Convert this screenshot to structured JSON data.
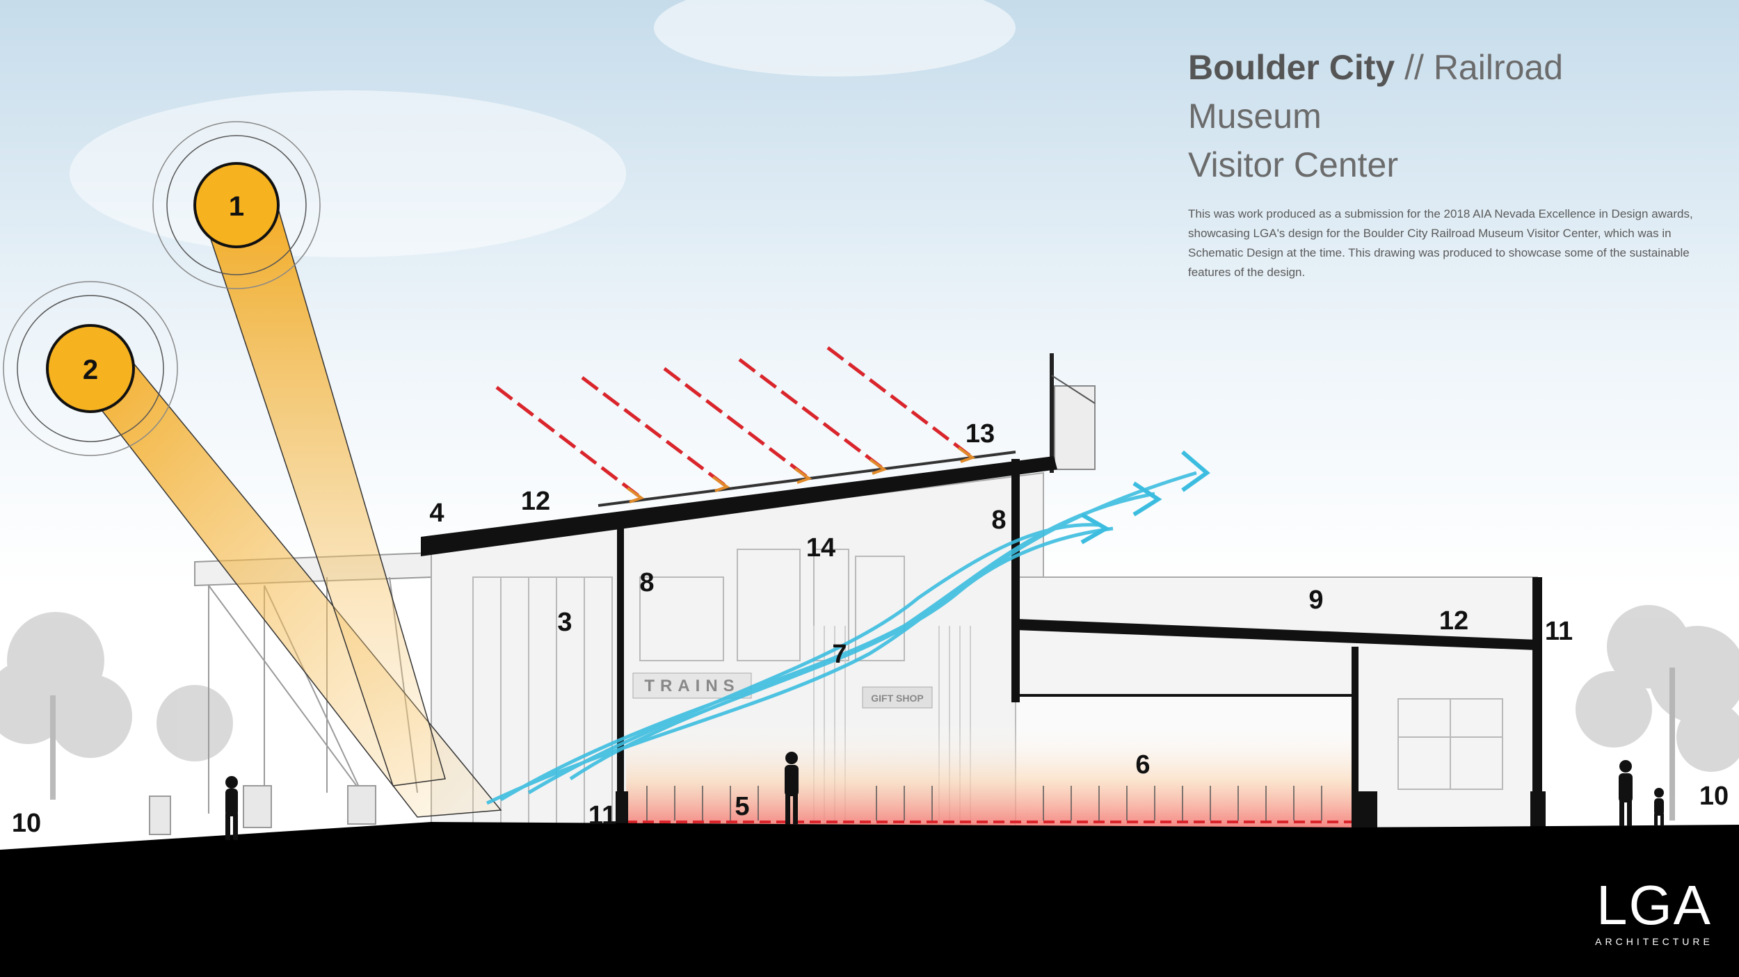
{
  "title": {
    "bold": "Boulder City",
    "rest": " // Railroad Museum",
    "line2": "Visitor Center"
  },
  "description": "This was work produced as a submission for the 2018 AIA Nevada Excellence in Design awards, showcasing LGA's design for the Boulder City Railroad Museum Visitor Center, which was in Schematic Design at the time. This drawing was produced to showcase some of the sustainable features of the design.",
  "signs": {
    "trains": "TRAINS",
    "gift": "GIFT SHOP"
  },
  "labels": {
    "n1": "1",
    "n2": "2",
    "n3": "3",
    "n4": "4",
    "n5": "5",
    "n6": "6",
    "n7": "7",
    "n8a": "8",
    "n8b": "8",
    "n9": "9",
    "n10a": "10",
    "n10b": "10",
    "n11a": "11",
    "n11b": "11",
    "n12a": "12",
    "n12b": "12",
    "n13": "13",
    "n14": "14"
  },
  "logo": {
    "mark": "LGA",
    "sub": "ARCHITECTURE"
  },
  "colors": {
    "sun": "#f6b21f",
    "airflow": "#3cbde0",
    "heat_red": "#d9252b",
    "heat_orange": "#e89a2c",
    "ground": "#000000",
    "sky": "#cfe3ef"
  }
}
